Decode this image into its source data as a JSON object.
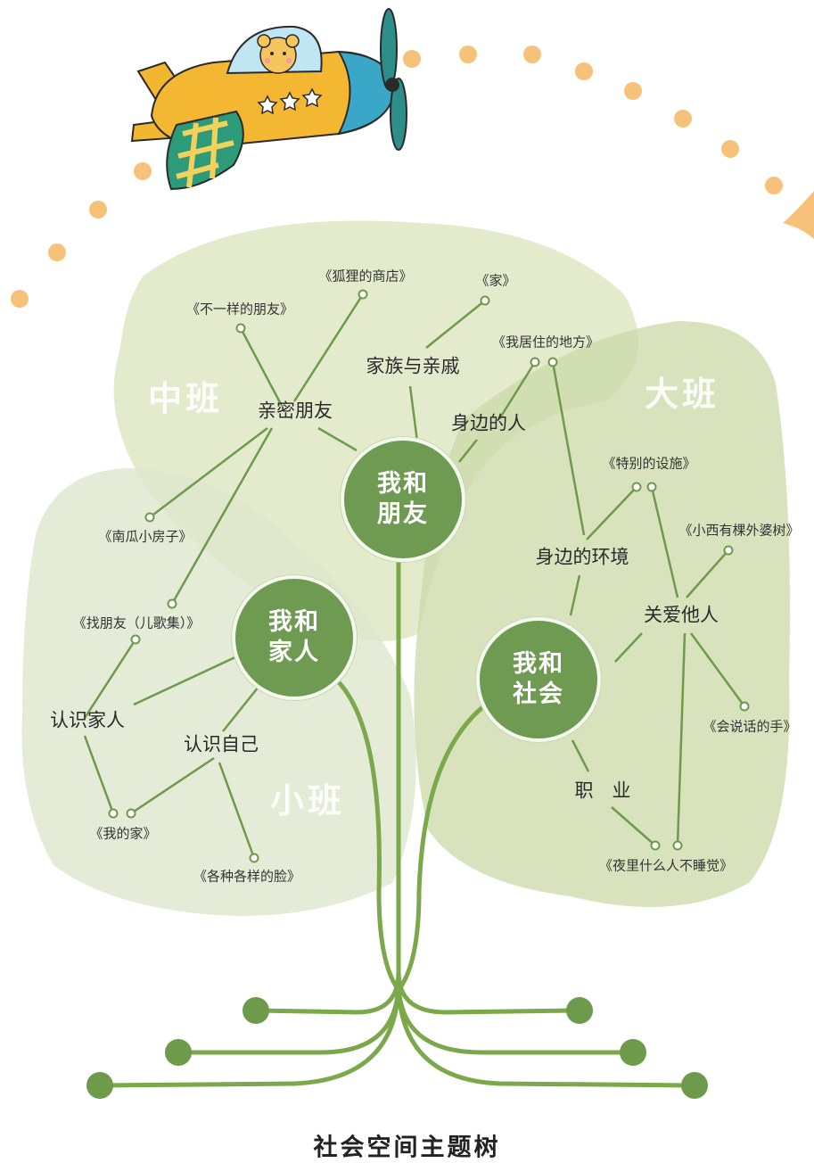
{
  "title": "社会空间主题树",
  "zones": {
    "middle": "中班",
    "senior": "大班",
    "junior": "小班"
  },
  "hubs": {
    "friends": "我和朋友",
    "family": "我和家人",
    "society": "我和社会"
  },
  "subtopics": {
    "close_friends": "亲密朋友",
    "relatives": "家族与亲戚",
    "people_around": "身边的人",
    "surroundings": "身边的环境",
    "caring": "关爱他人",
    "jobs": "职　业",
    "know_family": "认识家人",
    "know_self": "认识自己"
  },
  "books": {
    "different_friend": "《不一样的朋友》",
    "fox_shop": "《狐狸的商店》",
    "home": "《家》",
    "where_i_live": "《我居住的地方》",
    "special_facilities": "《特别的设施》",
    "grandma_tree": "《小西有棵外婆树》",
    "talking_hands": "《会说话的手》",
    "who_stays_awake": "《夜里什么人不睡觉》",
    "pumpkin_house": "《南瓜小房子》",
    "find_friends": "《找朋友（儿歌集）》",
    "my_home": "《我的家》",
    "faces": "《各种各样的脸》"
  },
  "colors": {
    "line": "#6e9a4c",
    "trunk": "#7aa84a",
    "hub_fill": "#6f9a52",
    "zone_middle": "#dfe8c4",
    "zone_senior": "#cbdaa8",
    "zone_junior": "#dde6cc",
    "dots": "#f6c27a"
  },
  "icons": {
    "plane": "airplane-icon",
    "moon": "moon-icon"
  }
}
